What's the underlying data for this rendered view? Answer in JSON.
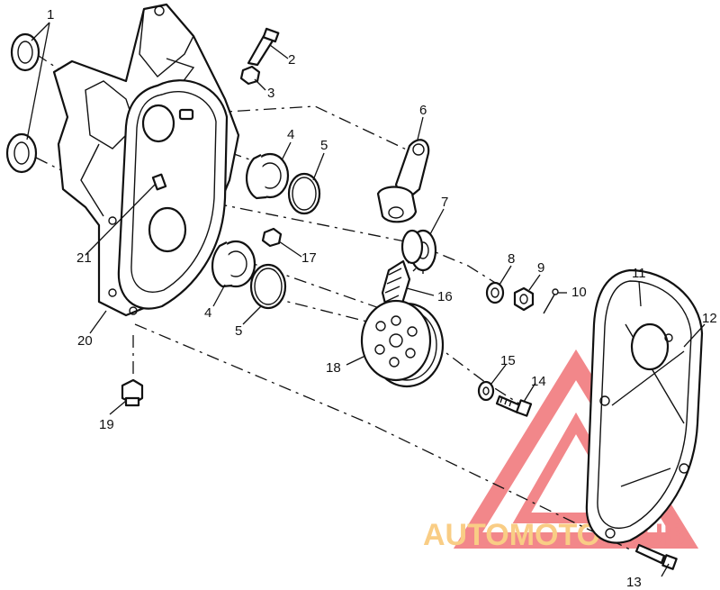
{
  "callouts": [
    {
      "id": "c1",
      "text": "1"
    },
    {
      "id": "c2",
      "text": "2"
    },
    {
      "id": "c3",
      "text": "3"
    },
    {
      "id": "c4a",
      "text": "4"
    },
    {
      "id": "c4b",
      "text": "4"
    },
    {
      "id": "c5a",
      "text": "5"
    },
    {
      "id": "c5b",
      "text": "5"
    },
    {
      "id": "c6",
      "text": "6"
    },
    {
      "id": "c7",
      "text": "7"
    },
    {
      "id": "c8",
      "text": "8"
    },
    {
      "id": "c9",
      "text": "9"
    },
    {
      "id": "c10",
      "text": "10"
    },
    {
      "id": "c11",
      "text": "11"
    },
    {
      "id": "c12",
      "text": "12"
    },
    {
      "id": "c13",
      "text": "13"
    },
    {
      "id": "c14",
      "text": "14"
    },
    {
      "id": "c15",
      "text": "15"
    },
    {
      "id": "c16",
      "text": "16"
    },
    {
      "id": "c17",
      "text": "17"
    },
    {
      "id": "c18",
      "text": "18"
    },
    {
      "id": "c19",
      "text": "19"
    },
    {
      "id": "c20",
      "text": "20"
    },
    {
      "id": "c21",
      "text": "21"
    }
  ],
  "watermark": {
    "part1": "AUTOMOTO",
    "part2": "HUB",
    "color_orange": "#f5a623",
    "color_red": "#e8262b"
  }
}
